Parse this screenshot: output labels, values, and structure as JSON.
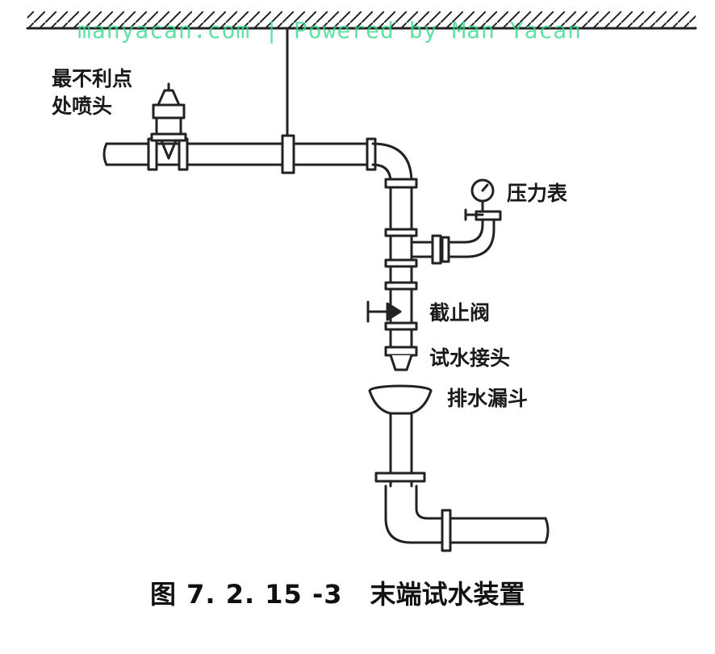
{
  "watermark": "manyacan.com | Powered by Man Yacan",
  "labels": {
    "sprinkler_line1": "最不利点",
    "sprinkler_line2": "处喷头",
    "pressure_gauge": "压力表",
    "stop_valve": "截止阀",
    "test_connector": "试水接头",
    "drain_funnel": "排水漏斗"
  },
  "caption": {
    "number": "图 7. 2. 15 -3",
    "title": "末端试水装置"
  }
}
